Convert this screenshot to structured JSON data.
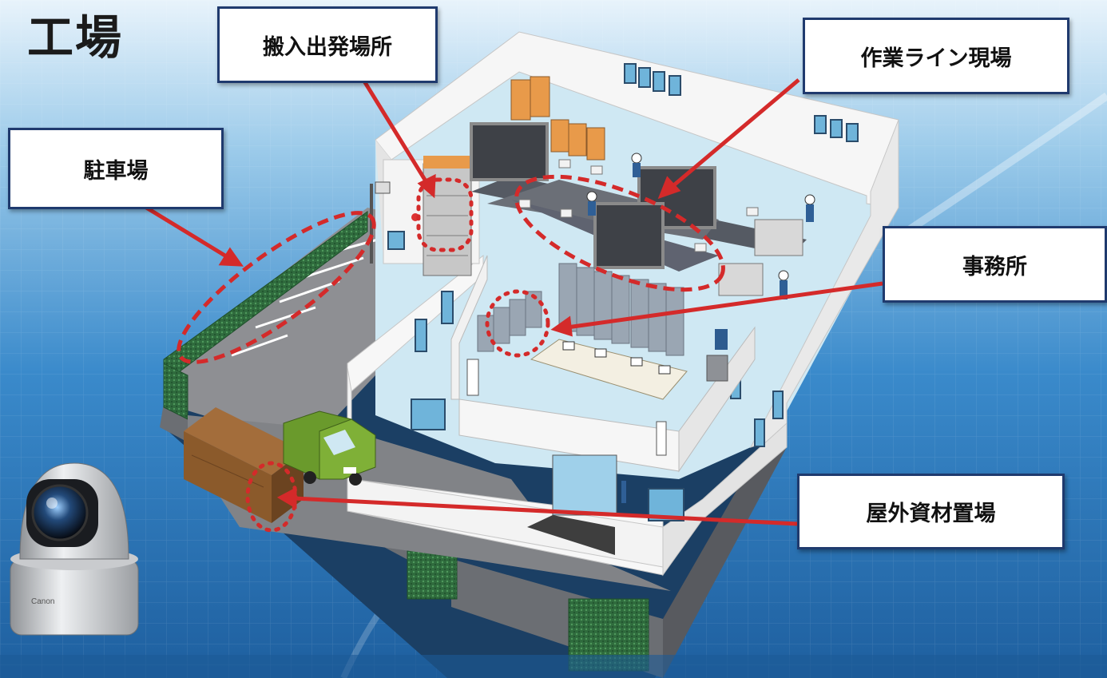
{
  "page": {
    "title": "工場"
  },
  "callouts": {
    "parking": "駐車場",
    "shipping": "搬入出発場所",
    "line": "作業ライン現場",
    "office": "事務所",
    "outdoor": "屋外資材置場"
  },
  "camera": {
    "brand": "Canon"
  },
  "colors": {
    "background": "#2f7fbf",
    "arrow": "#d42a2a",
    "callout_border": "#1f3a6e",
    "floor": "#cde7f2",
    "wall": "#f4f4f4",
    "parking_asphalt": "#8e8f93",
    "hedge": "#2f6b3d",
    "truck": "#6a9a2c",
    "shed": "#8b5a2b",
    "boxes": "#e89a4a"
  }
}
